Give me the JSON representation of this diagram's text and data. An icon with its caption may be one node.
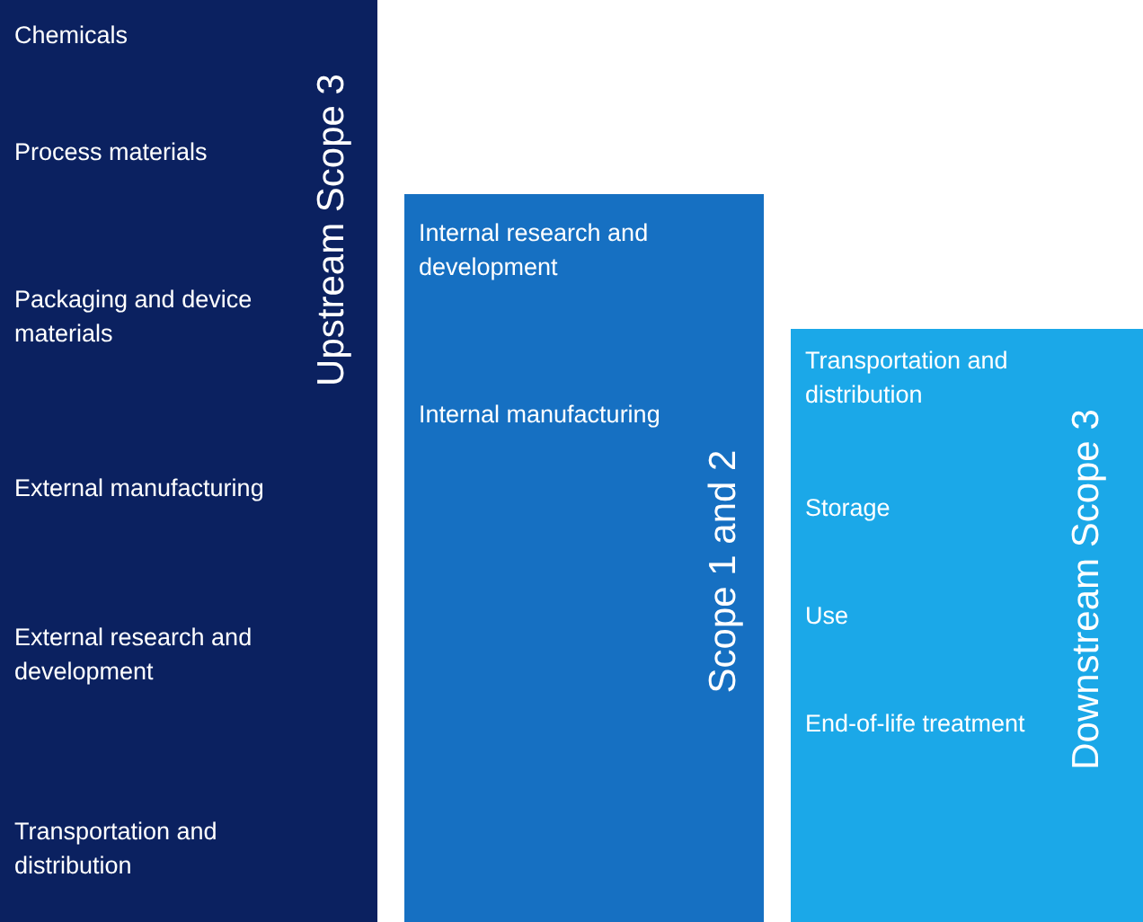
{
  "diagram": {
    "nodes": [
      {
        "text": [
          "Upstream Scope 3",
          "Chemicals",
          "Process materials",
          "Packaging and device materials",
          "External manufacturing",
          "External research and development",
          "Transportation and distribution"
        ]
      },
      {
        "text": [
          "Scope 1 and 2",
          "Internal research and development",
          "Internal manufacturing"
        ]
      },
      {
        "text": [
          "Downstream Scope 3",
          "Transportation and distribution",
          "Storage",
          "Use",
          "End-of-life treatment"
        ]
      }
    ]
  }
}
